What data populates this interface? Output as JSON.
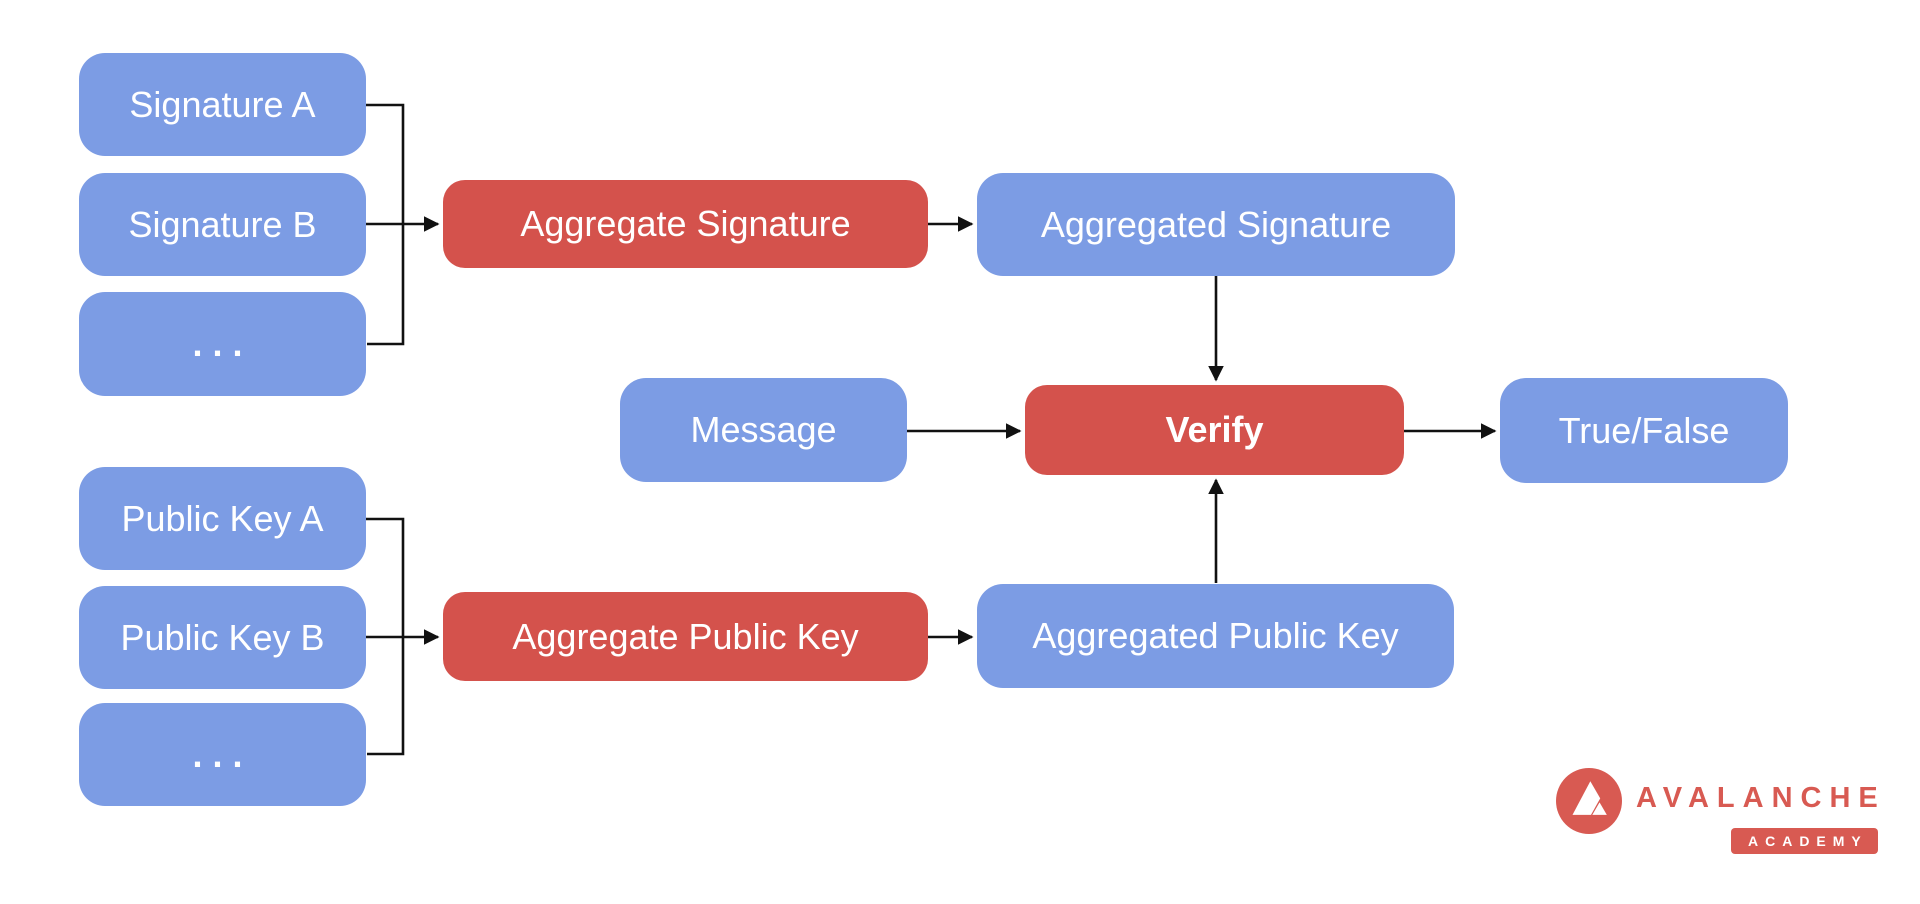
{
  "diagram_type": "flowchart",
  "topic": "BLS signature aggregation and verification",
  "colors": {
    "node_blue": "#7c9ce4",
    "node_red": "#d4524c",
    "node_text": "#ffffff",
    "connector": "#111111",
    "logo_red": "#d85a52",
    "background": "#ffffff"
  },
  "nodes": {
    "sig_a": {
      "label": "Signature A",
      "color": "blue"
    },
    "sig_b": {
      "label": "Signature B",
      "color": "blue"
    },
    "sig_more": {
      "label": "...",
      "color": "blue"
    },
    "agg_sig": {
      "label": "Aggregate Signature",
      "color": "red"
    },
    "agged_sig": {
      "label": "Aggregated Signature",
      "color": "blue"
    },
    "message": {
      "label": "Message",
      "color": "blue"
    },
    "verify": {
      "label": "Verify",
      "color": "red",
      "bold": true
    },
    "true_false": {
      "label": "True/False",
      "color": "blue"
    },
    "pk_a": {
      "label": "Public Key A",
      "color": "blue"
    },
    "pk_b": {
      "label": "Public Key B",
      "color": "blue"
    },
    "pk_more": {
      "label": "...",
      "color": "blue"
    },
    "agg_pk": {
      "label": "Aggregate Public Key",
      "color": "red"
    },
    "agged_pk": {
      "label": "Aggregated Public Key",
      "color": "blue"
    }
  },
  "edges": [
    {
      "from": "sig_a",
      "to": "agg_sig"
    },
    {
      "from": "sig_b",
      "to": "agg_sig"
    },
    {
      "from": "sig_more",
      "to": "agg_sig"
    },
    {
      "from": "agg_sig",
      "to": "agged_sig"
    },
    {
      "from": "agged_sig",
      "to": "verify"
    },
    {
      "from": "message",
      "to": "verify"
    },
    {
      "from": "verify",
      "to": "true_false"
    },
    {
      "from": "pk_a",
      "to": "agg_pk"
    },
    {
      "from": "pk_b",
      "to": "agg_pk"
    },
    {
      "from": "pk_more",
      "to": "agg_pk"
    },
    {
      "from": "agg_pk",
      "to": "agged_pk"
    },
    {
      "from": "agged_pk",
      "to": "verify"
    }
  ],
  "logo": {
    "wordmark": "AVALANCHE",
    "badge": "ACADEMY"
  }
}
